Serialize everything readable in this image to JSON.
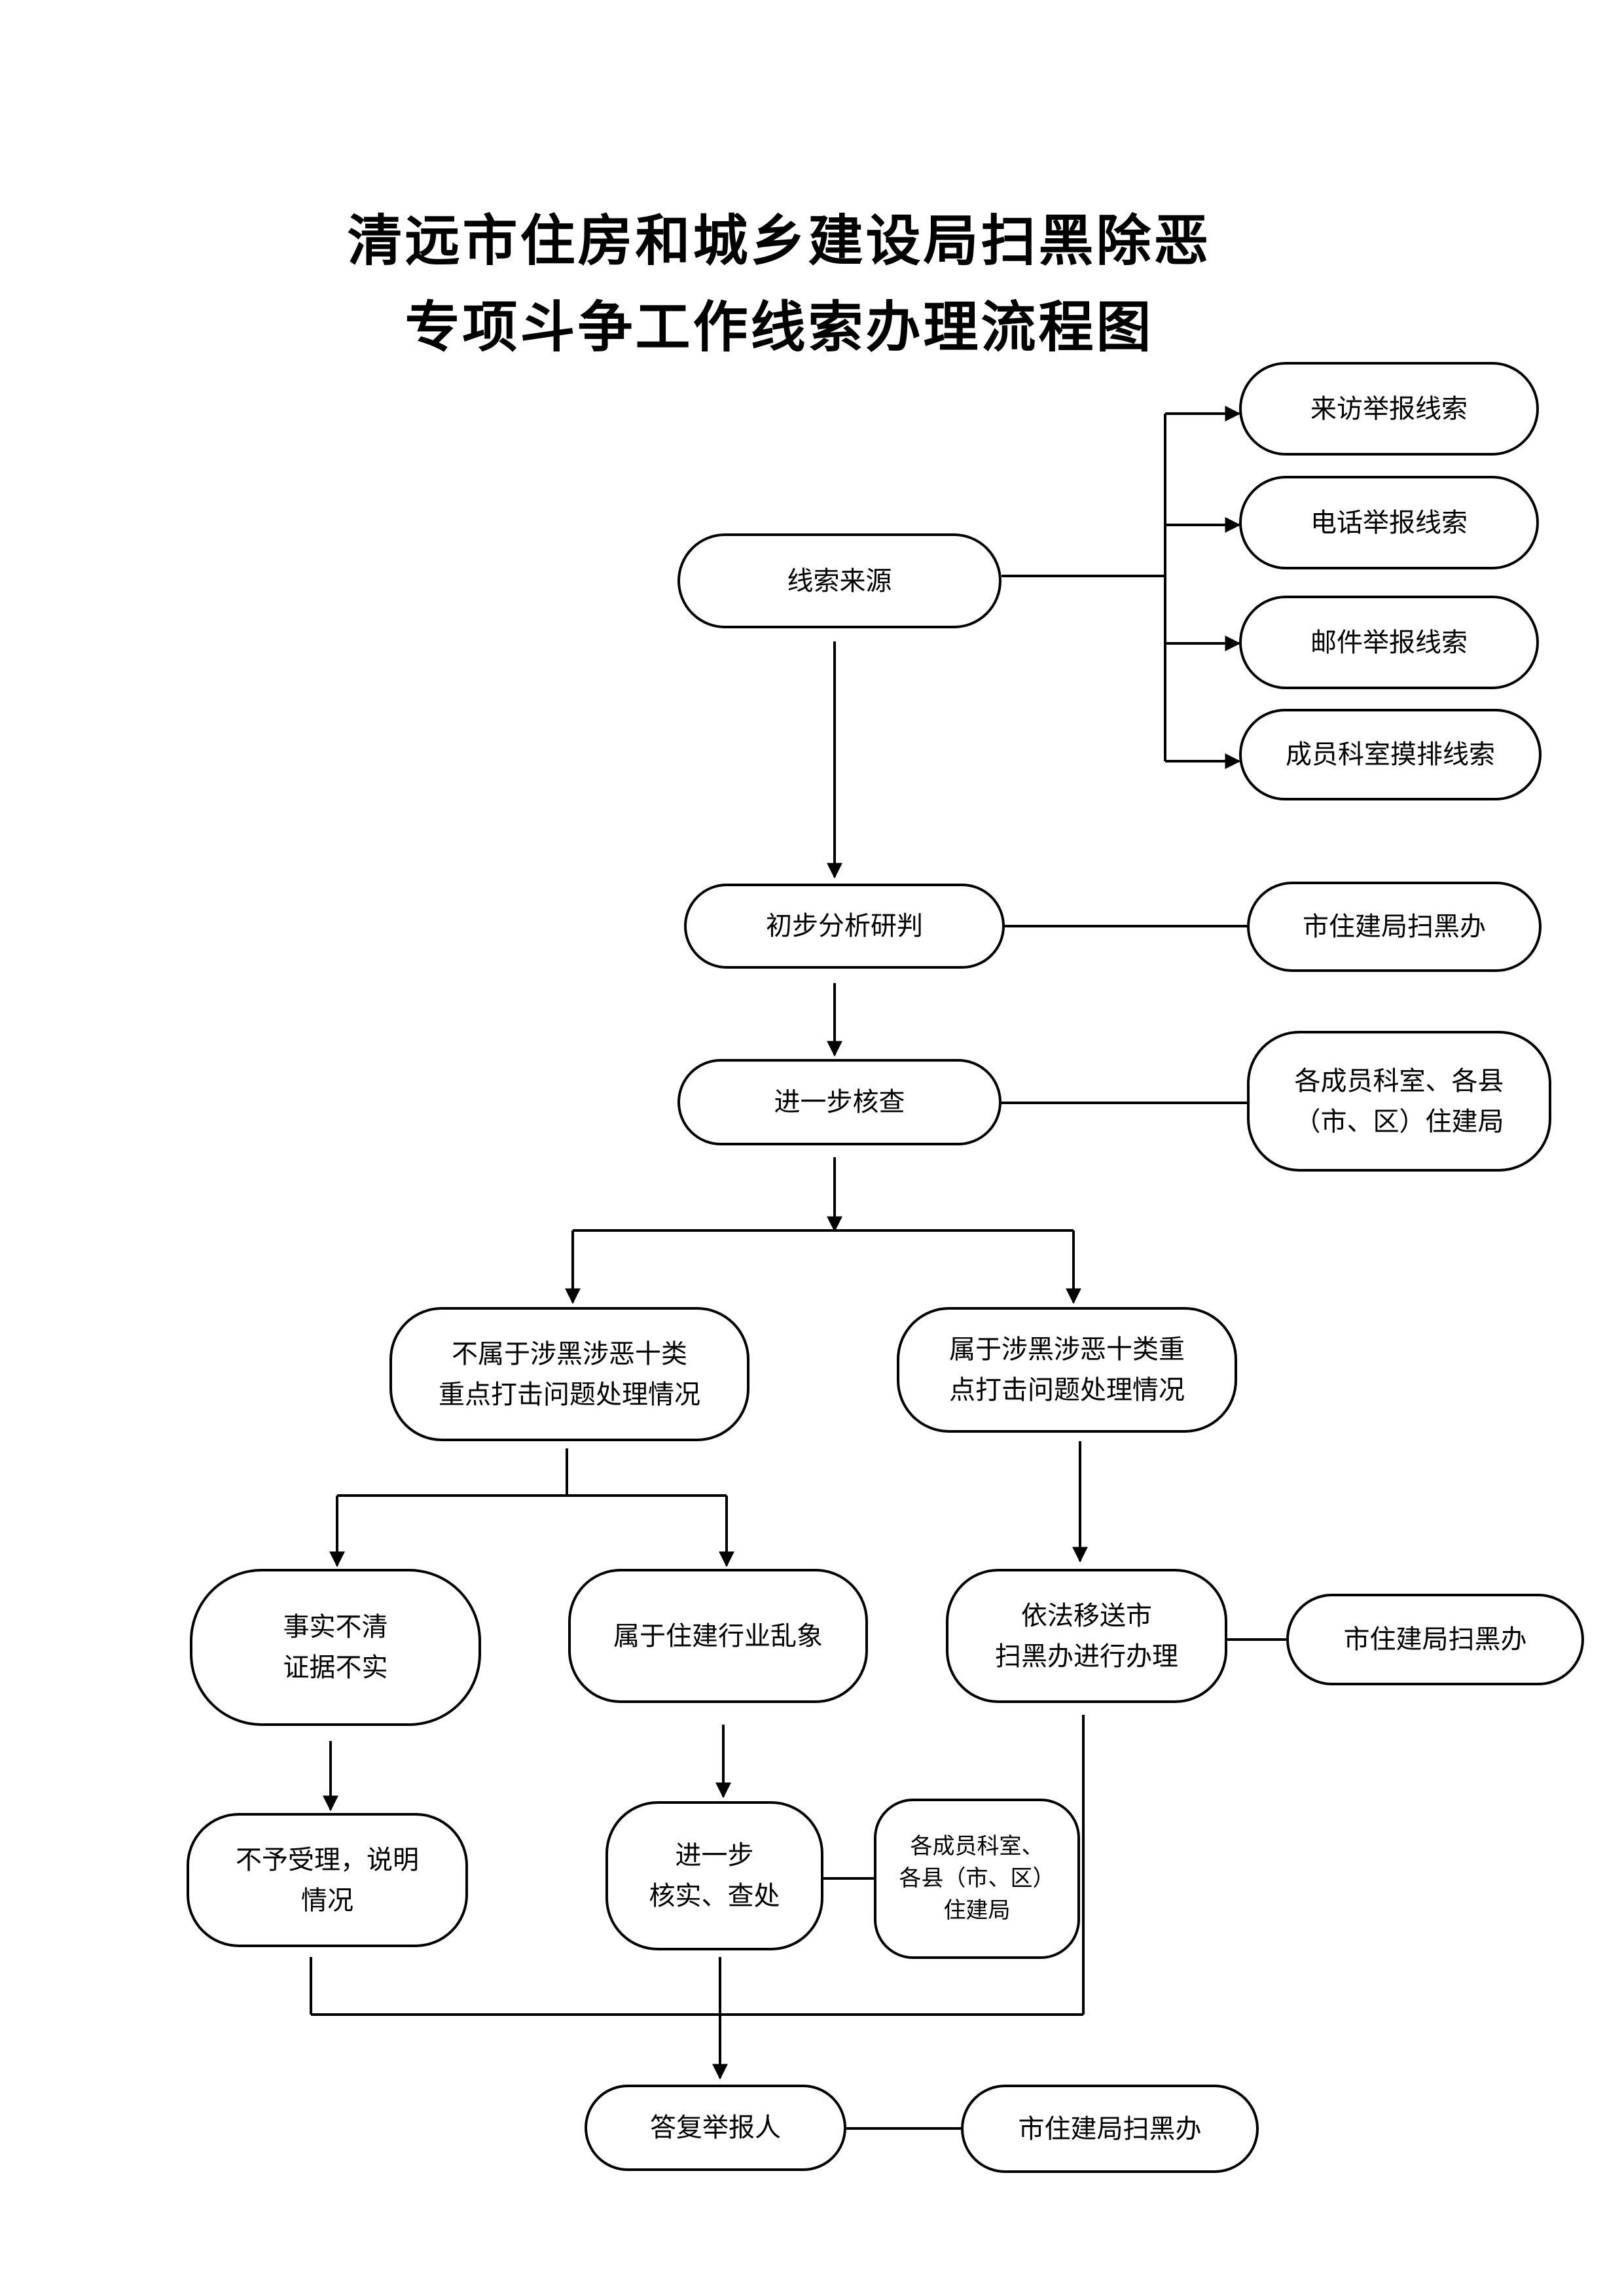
{
  "title": {
    "line1": "清远市住房和城乡建设局扫黑除恶",
    "line2": "专项斗争工作线索办理流程图"
  },
  "nodes": {
    "source": "线索来源",
    "visit": "来访举报线索",
    "phone": "电话举报线索",
    "mail": "邮件举报线索",
    "member": "成员科室摸排线索",
    "prelim": "初步分析研判",
    "prelim_office": "市住建局扫黑办",
    "verify": "进一步核查",
    "verify_org_l1": "各成员科室、各县",
    "verify_org_l2": "（市、区）住建局",
    "notbelong_l1": "不属于涉黑涉恶十类",
    "notbelong_l2": "重点打击问题处理情况",
    "belong_l1": "属于涉黑涉恶十类重",
    "belong_l2": "点打击问题处理情况",
    "unclear_l1": "事实不清",
    "unclear_l2": "证据不实",
    "chaos": "属于住建行业乱象",
    "transfer_l1": "依法移送市",
    "transfer_l2": "扫黑办进行办理",
    "transfer_office": "市住建局扫黑办",
    "reject_l1": "不予受理，说明",
    "reject_l2": "情况",
    "check_l1": "进一步",
    "check_l2": "核实、查处",
    "check_org_l1": "各成员科室、",
    "check_org_l2": "各县（市、区）",
    "check_org_l3": "住建局",
    "reply": "答复举报人",
    "reply_office": "市住建局扫黑办"
  }
}
